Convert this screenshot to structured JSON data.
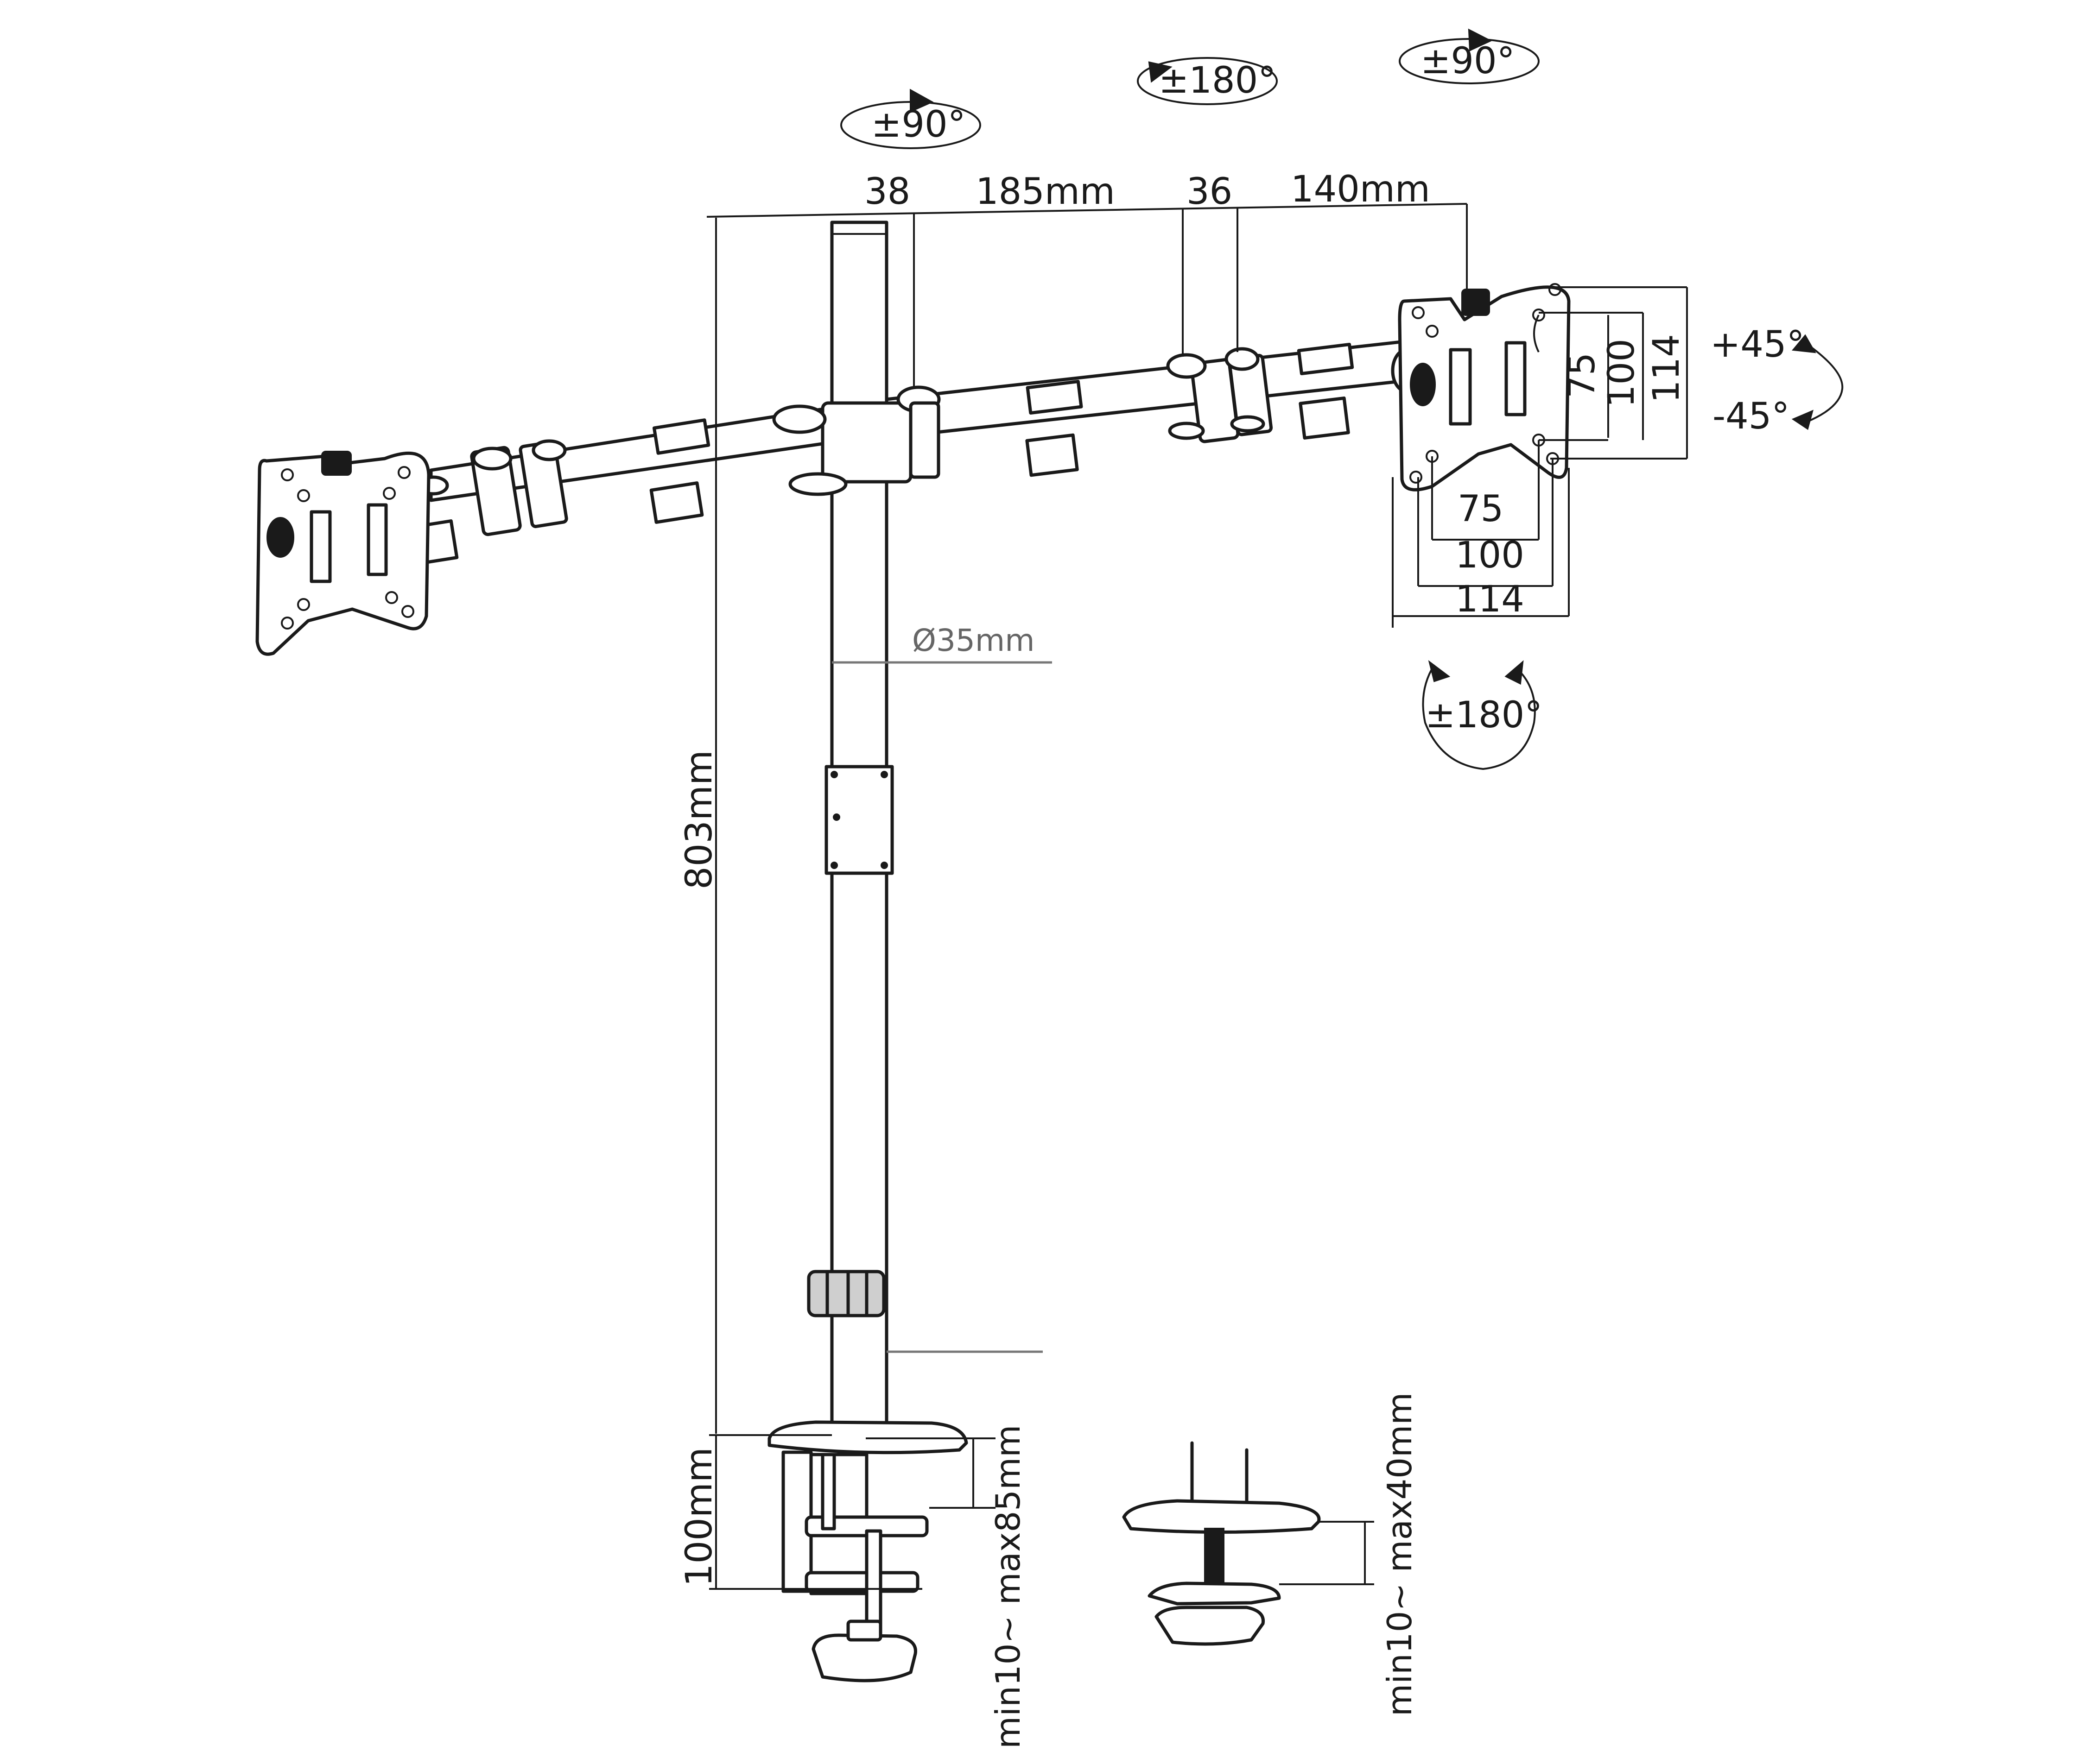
{
  "labels": {
    "top_left_rotation": "±90°",
    "top_mid_rotation": "±180°",
    "top_right_rotation": "±90°",
    "dim_38": "38",
    "dim_185": "185mm",
    "dim_36": "36",
    "dim_140": "140mm",
    "pole_diameter": "Ø35mm",
    "pole_height": "803mm",
    "vesa_v_75": "75",
    "vesa_v_100": "100",
    "vesa_v_114": "114",
    "vesa_h_75": "75",
    "vesa_h_100": "100",
    "vesa_h_114": "114",
    "tilt_up": "+45°",
    "tilt_down": "-45°",
    "plate_rotation": "±180°",
    "clamp_height": "100mm",
    "clamp_range": "min10~ max85mm",
    "grommet_range": "min10~ max40mm"
  }
}
